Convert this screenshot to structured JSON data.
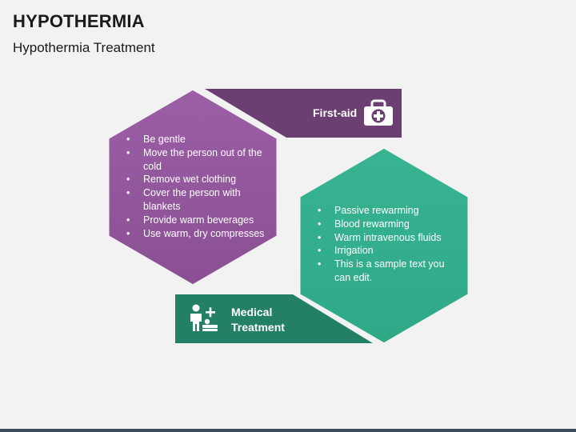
{
  "slide": {
    "title": "HYPOTHERMIA",
    "subtitle": "Hypothermia Treatment"
  },
  "first_aid": {
    "label": "First-aid",
    "icon": "first-aid-kit-icon",
    "items": [
      "Be gentle",
      "Move the person out of the cold",
      "Remove wet clothing",
      "Cover the person with blankets",
      "Provide warm beverages",
      "Use warm, dry compresses"
    ]
  },
  "medical": {
    "label_line1": "Medical",
    "label_line2": "Treatment",
    "icon": "doctor-patient-icon",
    "items": [
      "Passive rewarming",
      "Blood rewarming",
      "Warm intravenous fluids",
      "Irrigation",
      "This is a sample text you can edit."
    ]
  },
  "colors": {
    "purple_light": "#9a5ea4",
    "purple_dark": "#6b3f72",
    "green_light": "#35b08f",
    "green_dark": "#238066",
    "background": "#f2f2f2"
  }
}
